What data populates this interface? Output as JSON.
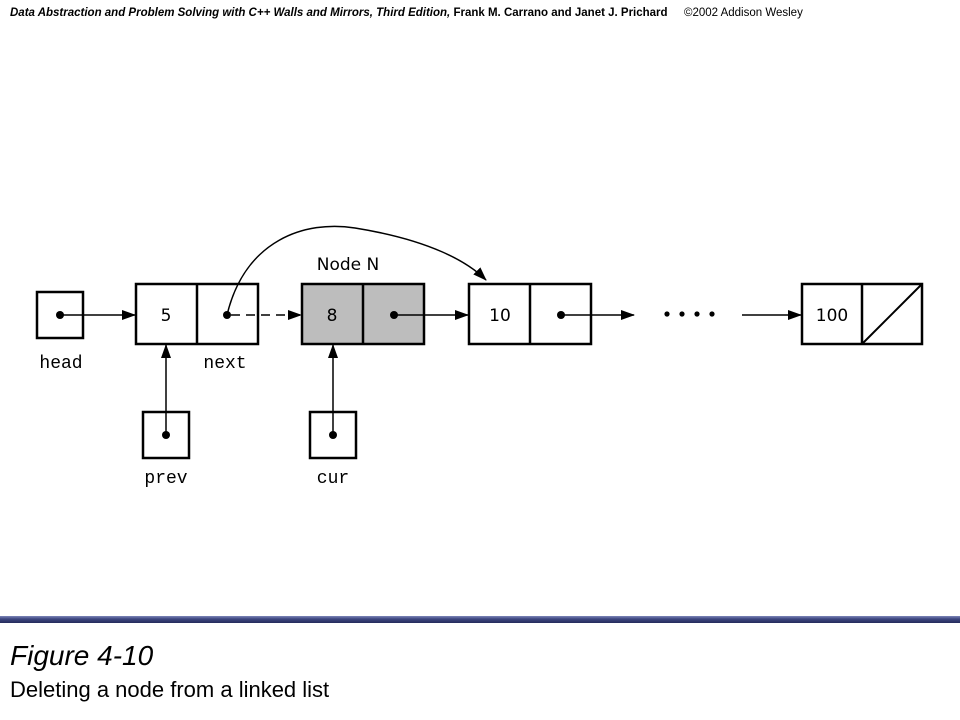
{
  "header": {
    "book_title": "Data Abstraction  and Problem Solving with C++ Walls and Mirrors, Third Edition,",
    "authors": "Frank M. Carrano  and Janet J. Prichard",
    "copyright": "©2002 Addison Wesley"
  },
  "diagram": {
    "node_label": "Node N",
    "nodes": [
      {
        "value": "5"
      },
      {
        "value": "8",
        "highlighted": true
      },
      {
        "value": "10"
      },
      {
        "value": "100",
        "null_next": true
      }
    ],
    "ellipsis": "....",
    "pointers": {
      "head": "head",
      "next": "next",
      "prev": "prev",
      "cur": "cur"
    },
    "colors": {
      "highlight_fill": "#bdbdbd",
      "line": "#000000"
    }
  },
  "figure": {
    "title": "Figure 4-10",
    "caption": "Deleting a node from a linked list"
  },
  "footer_bar_color": "#2b3168"
}
